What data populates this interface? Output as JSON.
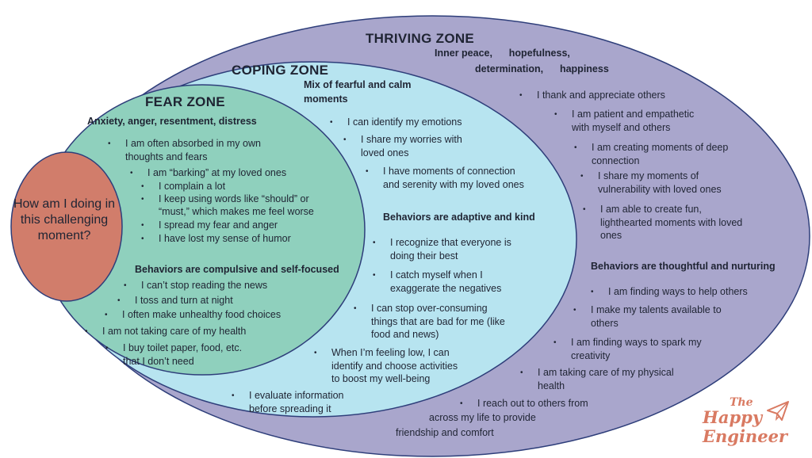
{
  "colors": {
    "thriving": "#a9a6cc",
    "coping": "#b7e4f0",
    "fear": "#8fd0bd",
    "center": "#d17d6b",
    "outline": "#2e3e7a",
    "logo": "#d97a62"
  },
  "center_question": "How am I doing in this challenging moment?",
  "thriving": {
    "title": "THRIVING ZONE",
    "feelings_1": "Inner peace,      hopefulness,",
    "feelings_2": "determination,      happiness",
    "items_top": [
      "I thank and appreciate others",
      "I am patient and empathetic",
      "with myself and others",
      "I am creating moments of deep",
      "connection",
      "I share my moments of",
      "vulnerability with loved ones",
      "I am able to create fun,",
      "lighthearted moments with loved",
      "ones"
    ],
    "behaviors_label": "Behaviors are thoughtful and nurturing",
    "items_bottom": [
      "I am finding ways to help others",
      "I make my talents available to",
      "others",
      "I am finding ways to spark my",
      "creativity",
      "I am taking care of my physical",
      "health",
      "I reach out to others from",
      "across my life to provide",
      "friendship and comfort"
    ]
  },
  "coping": {
    "title": "COPING ZONE",
    "feelings_1": "Mix of fearful and calm",
    "feelings_2": "moments",
    "items_top": [
      "I can identify my emotions",
      "I share my worries with",
      "loved ones",
      "I have moments of connection",
      "and serenity with my loved ones"
    ],
    "behaviors_label": "Behaviors are adaptive and kind",
    "items_bottom": [
      "I recognize that everyone is",
      "doing their best",
      "I catch myself when I",
      "exaggerate the negatives",
      "I can stop over-consuming",
      "things that are bad for me (like",
      "food and news)",
      "When I’m feeling low, I can",
      "identify and choose activities",
      "to boost my well-being",
      "I evaluate information",
      "before spreading it"
    ]
  },
  "fear": {
    "title": "FEAR ZONE",
    "feelings": "Anxiety, anger, resentment, distress",
    "items_top": [
      "I am often absorbed in my own",
      "thoughts and fears",
      "I am “barking” at my loved ones",
      "I complain a lot",
      "I keep using words like “should” or",
      "“must,” which makes me feel worse",
      "I spread my fear and anger",
      "I have lost my sense of humor"
    ],
    "behaviors_label": "Behaviors are compulsive and self-focused",
    "items_bottom": [
      "I can’t stop reading the news",
      "I toss and turn at night",
      "I often make unhealthy food choices",
      "I am not taking care of my health",
      "I buy toilet paper, food, etc.",
      "that I don’t need"
    ]
  },
  "logo": {
    "line1": "The",
    "line2": "Happy",
    "line3": "Engineer"
  }
}
